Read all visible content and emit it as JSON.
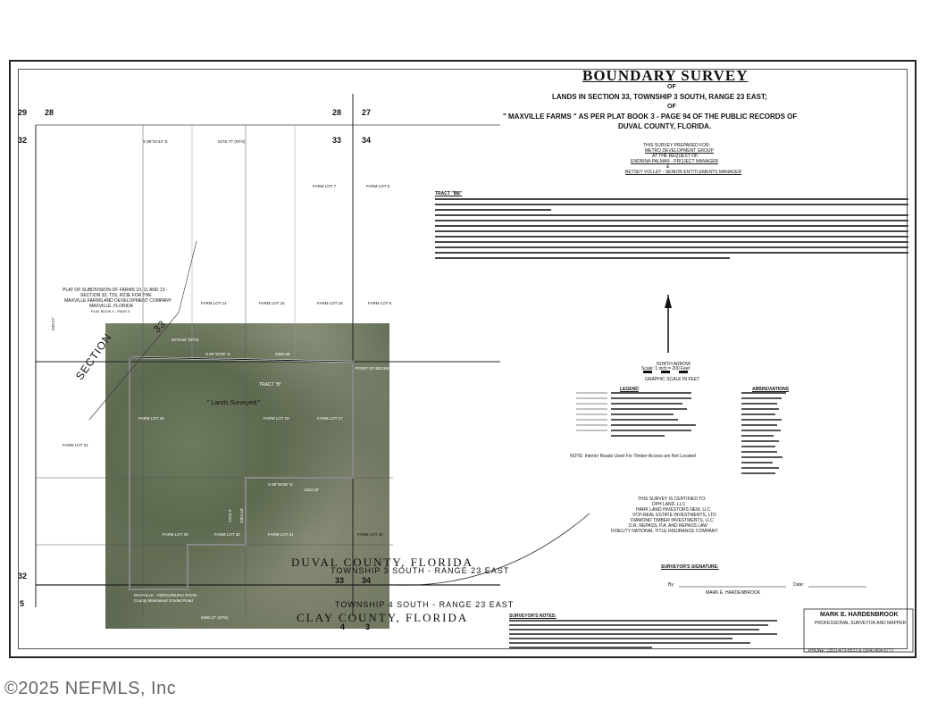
{
  "title": "BOUNDARY SURVEY",
  "header": {
    "of1": "OF",
    "line1": "LANDS IN SECTION 33, TOWNSHIP 3 SOUTH, RANGE 23 EAST;",
    "of2": "OF",
    "line2": "\" MAXVILLE FARMS \" AS PER PLAT BOOK 3 - PAGE 94 OF THE PUBLIC RECORDS OF",
    "line3": "DUVAL COUNTY, FLORIDA."
  },
  "prepared": {
    "l1": "THIS SURVEY PREPARED FOR:",
    "l2": "METRO DEVELOPMENT GROUP",
    "l3": "AT THE REQUEST OF:",
    "l4": "ENDRINA PALMAR - PROJECT MANAGER",
    "l5": "&",
    "l6": "BETSEY VOLLEY - SENIOR ENTITLEMENTS MANAGER"
  },
  "tract_label": "TRACT \"BB\"",
  "certified": {
    "l1": "THIS SURVEY IS CERTIFIED TO:",
    "l2": "DPH LAND, LLC",
    "l3": "HARK LAND INVESTORS NEW, LLC",
    "l4": "VCP-REAL ESTATE INVESTMENTS, LTD",
    "l5": "DIAMOND TIMBER INVESTMENTS, LLC",
    "l6": "D.R. REPASS, P.A. AND REPASS LAW",
    "l7": "FIDELITY NATIONAL TITLE INSURANCE COMPANY"
  },
  "legend_title": "LEGEND",
  "abbrev_title": "ABBREVIATIONS",
  "north_arrow": "NORTH ARROW",
  "scale": "Scale: 1 inch = 200 Feet",
  "graphic_scale": "GRAPHIC SCALE IN FEET",
  "note": "NOTE: Interior Roads Used For Timber Access are Not Located",
  "signature": {
    "label": "SURVEYOR'S SIGNATURE:",
    "by": "By:",
    "date": "Date:",
    "name": "MARK E. HARDENBROOK"
  },
  "notes_title": "SURVEYOR'S NOTES:",
  "firm": {
    "name": "MARK E. HARDENBROOK",
    "l1": "PROFESSIONAL SURVEYOR AND MAPPER",
    "phone": "PHONE: (352)-473-8523 & (904)-864-5777"
  },
  "plat_note": {
    "l1": "PLAT OF SUBDIVISION OF FARMS 10, 11 AND 13 -",
    "l2": "SECTION 33, T3S, R23E FOR THE",
    "l3": "MAXVILLE FARMS AND DEVELOPMENT COMPANY",
    "l4": "MAXVILLE, FLORIDA",
    "l5": "PLAT BOOK 4 - PAGE 5"
  },
  "counties": {
    "duval": "DUVAL  COUNTY,  FLORIDA",
    "clay": "CLAY  COUNTY,  FLORIDA",
    "twp3": "TOWNSHIP 3 SOUTH  -  RANGE 23 EAST",
    "twp4": "TOWNSHIP 4 SOUTH  -  RANGE 23 EAST"
  },
  "section_label": "SECTION",
  "section_no": "33",
  "lands_surveyed": "\" Lands Surveyed \"",
  "tract_b": "TRACT \"B\"",
  "secs": {
    "s29": "29",
    "s28a": "28",
    "s32a": "32",
    "s28b": "28",
    "s27": "27",
    "s33a": "33",
    "s34a": "34",
    "s32b": "32",
    "s5": "5",
    "s33b": "33",
    "s34b": "34",
    "s4": "4",
    "s3": "3"
  },
  "farm_lots": {
    "fl7": "FARM LOT 7",
    "fl8": "FARM LOT 8",
    "fl14": "FARM LOT 14",
    "fl15": "FARM LOT 15",
    "fl16": "FARM LOT 16",
    "fl9": "FARM LOT 9",
    "fl21": "FARM LOT 21",
    "fl20": "FARM LOT 20",
    "fl18": "FARM LOT 18",
    "fl17": "FARM LOT 17",
    "fl29": "FARM LOT 29",
    "fl30": "FARM LOT 30",
    "fl31": "FARM LOT 31",
    "fl32": "FARM LOT 32"
  },
  "bearings": {
    "top": "S 89°52'44\" E",
    "topdist": "5278.77' (NTS)",
    "mid": "S 89°32'05\" E",
    "middist": "2960.95'",
    "mid2": "5278.80' (NTS)",
    "low": "S 89°46'36\" E",
    "lowdist": "1323.30'",
    "bot": "5390.37' (NTS)",
    "left1": "539.27'",
    "pob": "POINT OF BEGINNING - TRACT \"BB\"",
    "road": "MAXVILLE - MIDDLEBURG ROAD",
    "road2": "County Maintained Graded Road",
    "dist1": "1323.3'",
    "dist2": "1324.44'"
  },
  "watermark": "©2025 NEFMLS, Inc"
}
